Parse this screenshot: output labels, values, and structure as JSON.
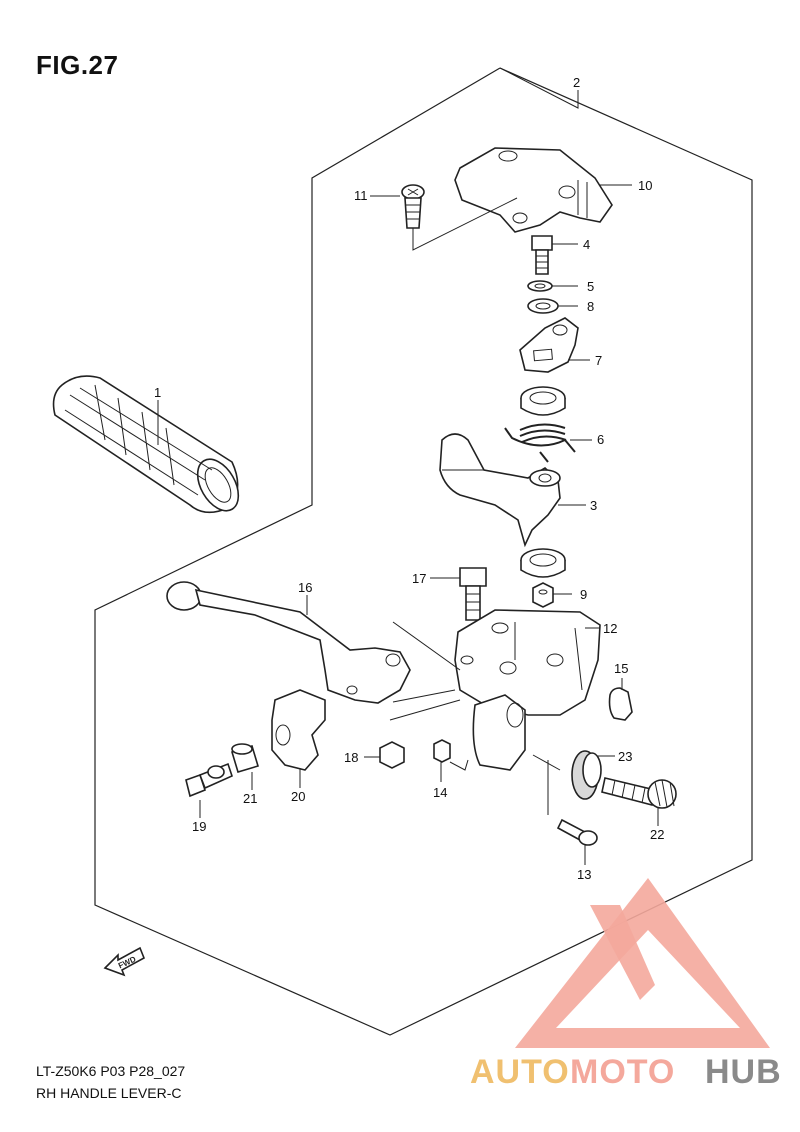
{
  "figure": {
    "title": "FIG.27",
    "model_code": "LT-Z50K6 P03 P28_027",
    "caption": "RH HANDLE LEVER-C"
  },
  "callouts": [
    {
      "id": "2",
      "label": "2"
    },
    {
      "id": "10",
      "label": "10"
    },
    {
      "id": "11",
      "label": "11"
    },
    {
      "id": "4",
      "label": "4"
    },
    {
      "id": "5",
      "label": "5"
    },
    {
      "id": "8",
      "label": "8"
    },
    {
      "id": "7",
      "label": "7"
    },
    {
      "id": "1",
      "label": "1"
    },
    {
      "id": "6",
      "label": "6"
    },
    {
      "id": "3",
      "label": "3"
    },
    {
      "id": "17",
      "label": "17"
    },
    {
      "id": "9",
      "label": "9"
    },
    {
      "id": "16",
      "label": "16"
    },
    {
      "id": "12",
      "label": "12"
    },
    {
      "id": "15",
      "label": "15"
    },
    {
      "id": "18",
      "label": "18"
    },
    {
      "id": "14",
      "label": "14"
    },
    {
      "id": "23",
      "label": "23"
    },
    {
      "id": "21",
      "label": "21"
    },
    {
      "id": "20",
      "label": "20"
    },
    {
      "id": "19",
      "label": "19"
    },
    {
      "id": "22",
      "label": "22"
    },
    {
      "id": "13",
      "label": "13"
    }
  ],
  "fwd_label": "FWD",
  "watermark": {
    "text_auto": "AUTO",
    "text_moto": "MOTO",
    "text_hub": "HUB",
    "color_primary": "#f4a89c",
    "color_secondary": "#f0c070",
    "color_hub": "#8a8a8a"
  }
}
